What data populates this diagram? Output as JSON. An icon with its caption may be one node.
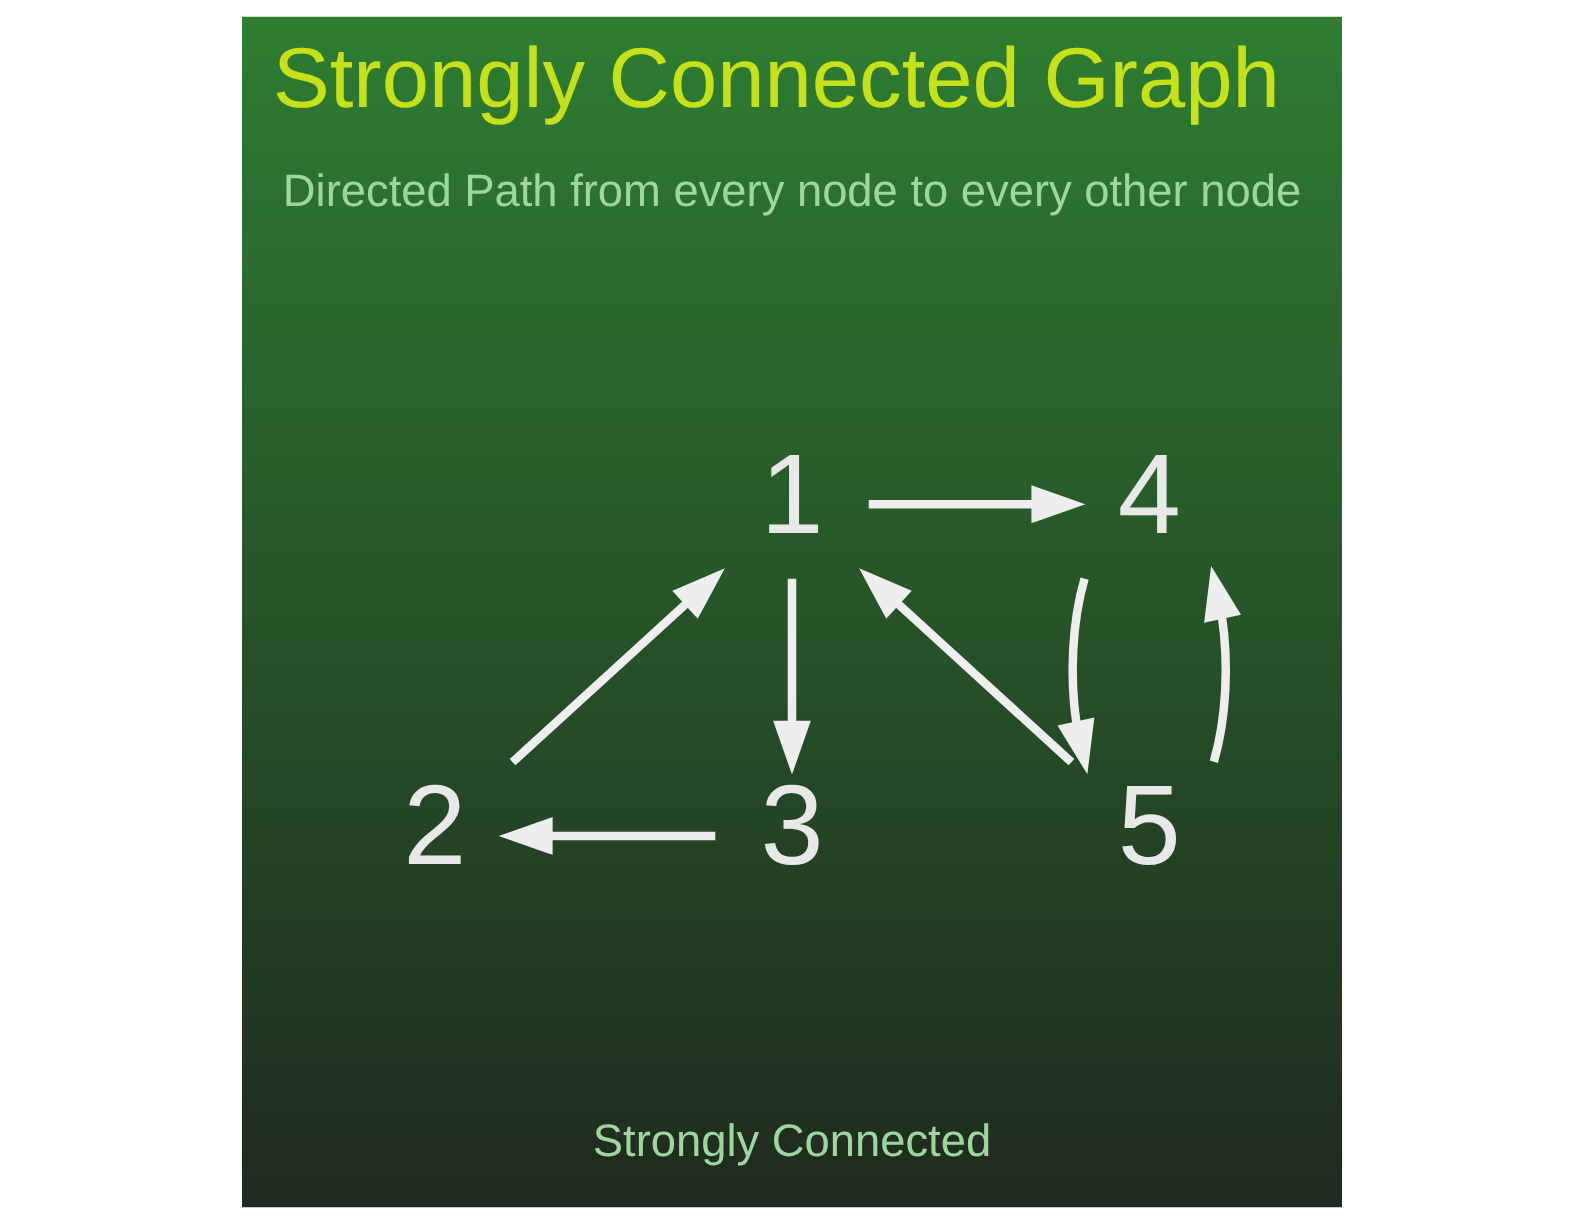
{
  "diagram": {
    "title": "Strongly Connected Graph",
    "nodes": [
      {
        "text": [
          "1"
        ]
      },
      {
        "text": [
          "4"
        ]
      },
      {
        "text": [
          "5"
        ]
      },
      {
        "text": [
          "2"
        ]
      },
      {
        "text": [
          "3"
        ]
      }
    ],
    "edges": [
      {
        "from": 0,
        "to": 1,
        "arrow": "to"
      },
      {
        "from": 1,
        "to": 2,
        "arrow": "to"
      },
      {
        "from": 2,
        "to": 1,
        "arrow": "to"
      },
      {
        "from": 2,
        "to": 0,
        "arrow": "to"
      },
      {
        "from": 0,
        "to": 4,
        "arrow": "to"
      },
      {
        "from": 4,
        "to": 3,
        "arrow": "to"
      },
      {
        "from": 3,
        "to": 0,
        "arrow": "to"
      }
    ],
    "labels": [
      "Directed Path from every node to every other node",
      "Strongly Connected"
    ]
  }
}
